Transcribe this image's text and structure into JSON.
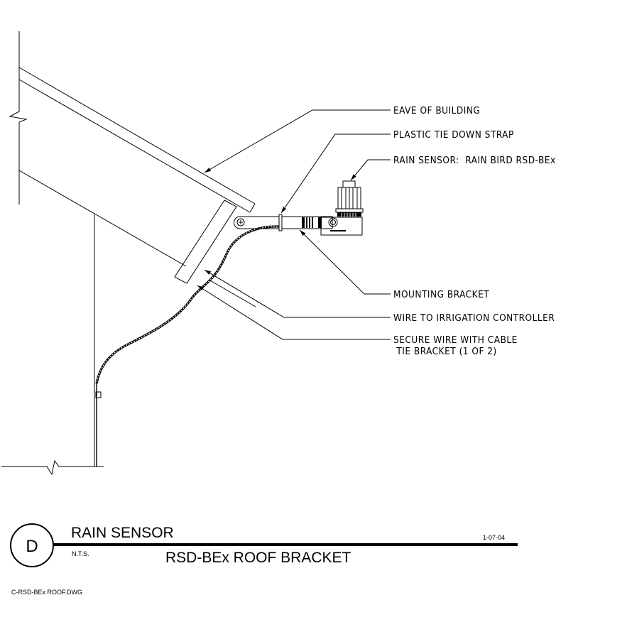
{
  "callouts": {
    "eave": "EAVE OF BUILDING",
    "strap": "PLASTIC TIE DOWN STRAP",
    "sensor": "RAIN SENSOR:  RAIN BIRD RSD-BEx",
    "bracket": "MOUNTING BRACKET",
    "wire": "WIRE TO IRRIGATION CONTROLLER",
    "secure_line1": "SECURE WIRE WITH CABLE",
    "secure_line2": " TIE BRACKET (1 OF 2)"
  },
  "title_block": {
    "detail_letter": "D",
    "title": "RAIN SENSOR",
    "subtitle": "RSD-BEx ROOF BRACKET",
    "scale": "N.T.S.",
    "date": "1-07-04",
    "filename": "C-RSD-BEx ROOF.DWG"
  },
  "colors": {
    "ink": "#000000",
    "paper": "#ffffff"
  }
}
